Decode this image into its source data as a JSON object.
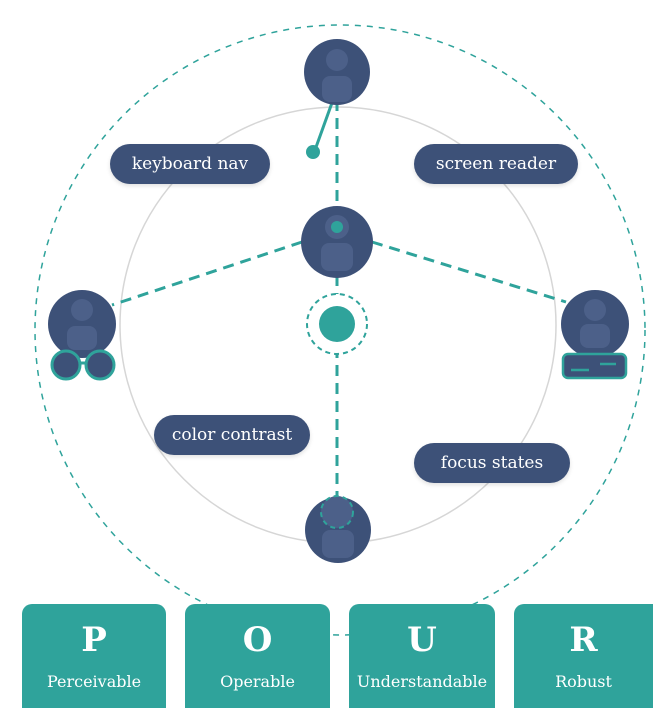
{
  "labels": {
    "keyboard_nav": "keyboard nav",
    "screen_reader": "screen reader",
    "color_contrast": "color contrast",
    "focus_states": "focus states"
  },
  "principles": [
    {
      "letter": "P",
      "word": "Perceivable"
    },
    {
      "letter": "O",
      "word": "Operable"
    },
    {
      "letter": "U",
      "word": "Understandable"
    },
    {
      "letter": "R",
      "word": "Robust"
    }
  ],
  "colors": {
    "navy": "#3d5178",
    "teal": "#2fa39b",
    "ring": "#d6d6d6"
  },
  "icons": [
    "user-avatar-icon",
    "glasses-icon",
    "keyboard-icon",
    "focus-ring-icon",
    "hub-node-icon"
  ]
}
